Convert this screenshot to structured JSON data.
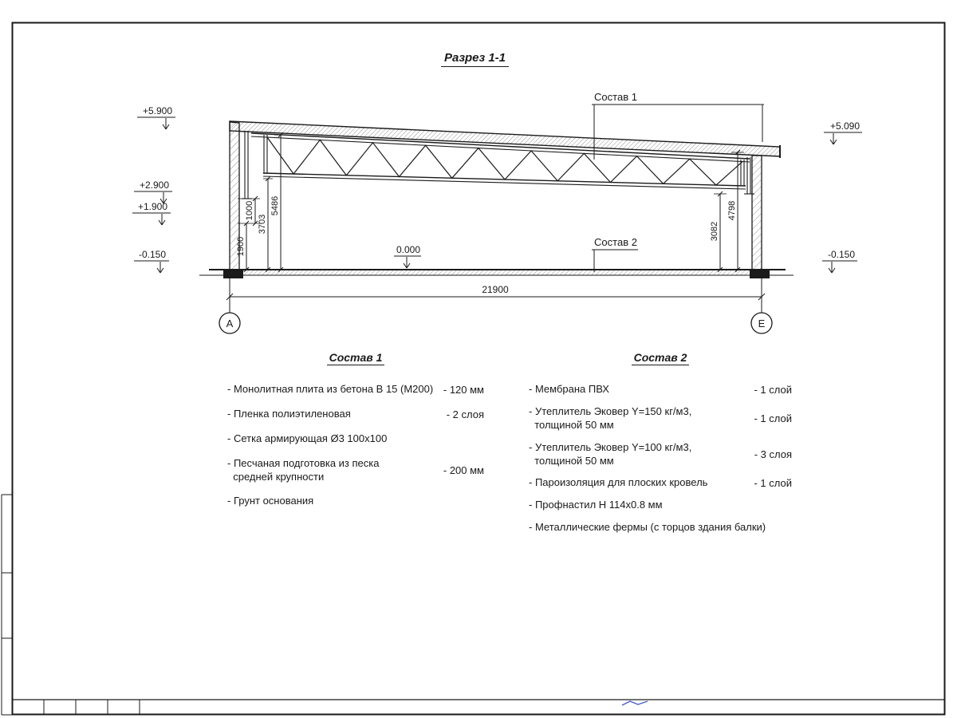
{
  "page": {
    "title": "Разрез 1-1"
  },
  "drawing": {
    "sostav1_label": "Состав 1",
    "sostav2_label": "Состав 2",
    "elevations": {
      "left_top": "+5.900",
      "left_mid1": "+2.900",
      "left_mid2": "+1.900",
      "left_bottom": "-0.150",
      "right_top": "+5.090",
      "right_bottom": "-0.150",
      "zero": "0.000"
    },
    "dims_left": [
      "1900",
      "1000",
      "3703",
      "5486"
    ],
    "dims_right": [
      "3082",
      "4798"
    ],
    "dim_span": "21900",
    "axes": {
      "left": "А",
      "right": "Е"
    }
  },
  "lists": {
    "sostav1": {
      "title": "Состав 1",
      "items": [
        {
          "name": "- Монолитная плита из бетона В 15 (М200)",
          "value": "- 120 мм"
        },
        {
          "name": "- Пленка полиэтиленовая",
          "value": "- 2 слоя"
        },
        {
          "name": "- Сетка армирующая Ø3 100х100",
          "value": ""
        },
        {
          "name": "- Песчаная подготовка из песка\n  средней крупности",
          "value": "- 200 мм"
        },
        {
          "name": "- Грунт основания",
          "value": ""
        }
      ]
    },
    "sostav2": {
      "title": "Состав 2",
      "items": [
        {
          "name": "- Мембрана ПВХ",
          "value": "- 1 слой"
        },
        {
          "name": "- Утеплитель Эковер Y=150 кг/м3,\n  толщиной 50 мм",
          "value": "- 1 слой"
        },
        {
          "name": "- Утеплитель Эковер Y=100 кг/м3,\n  толщиной 50 мм",
          "value": "- 3 слоя"
        },
        {
          "name": "- Пароизоляция для плоских кровель",
          "value": "- 1 слой"
        },
        {
          "name": "- Профнастил Н 114х0.8 мм",
          "value": ""
        },
        {
          "name": "- Металлические фермы (с торцов здания балки)",
          "value": ""
        }
      ]
    }
  }
}
